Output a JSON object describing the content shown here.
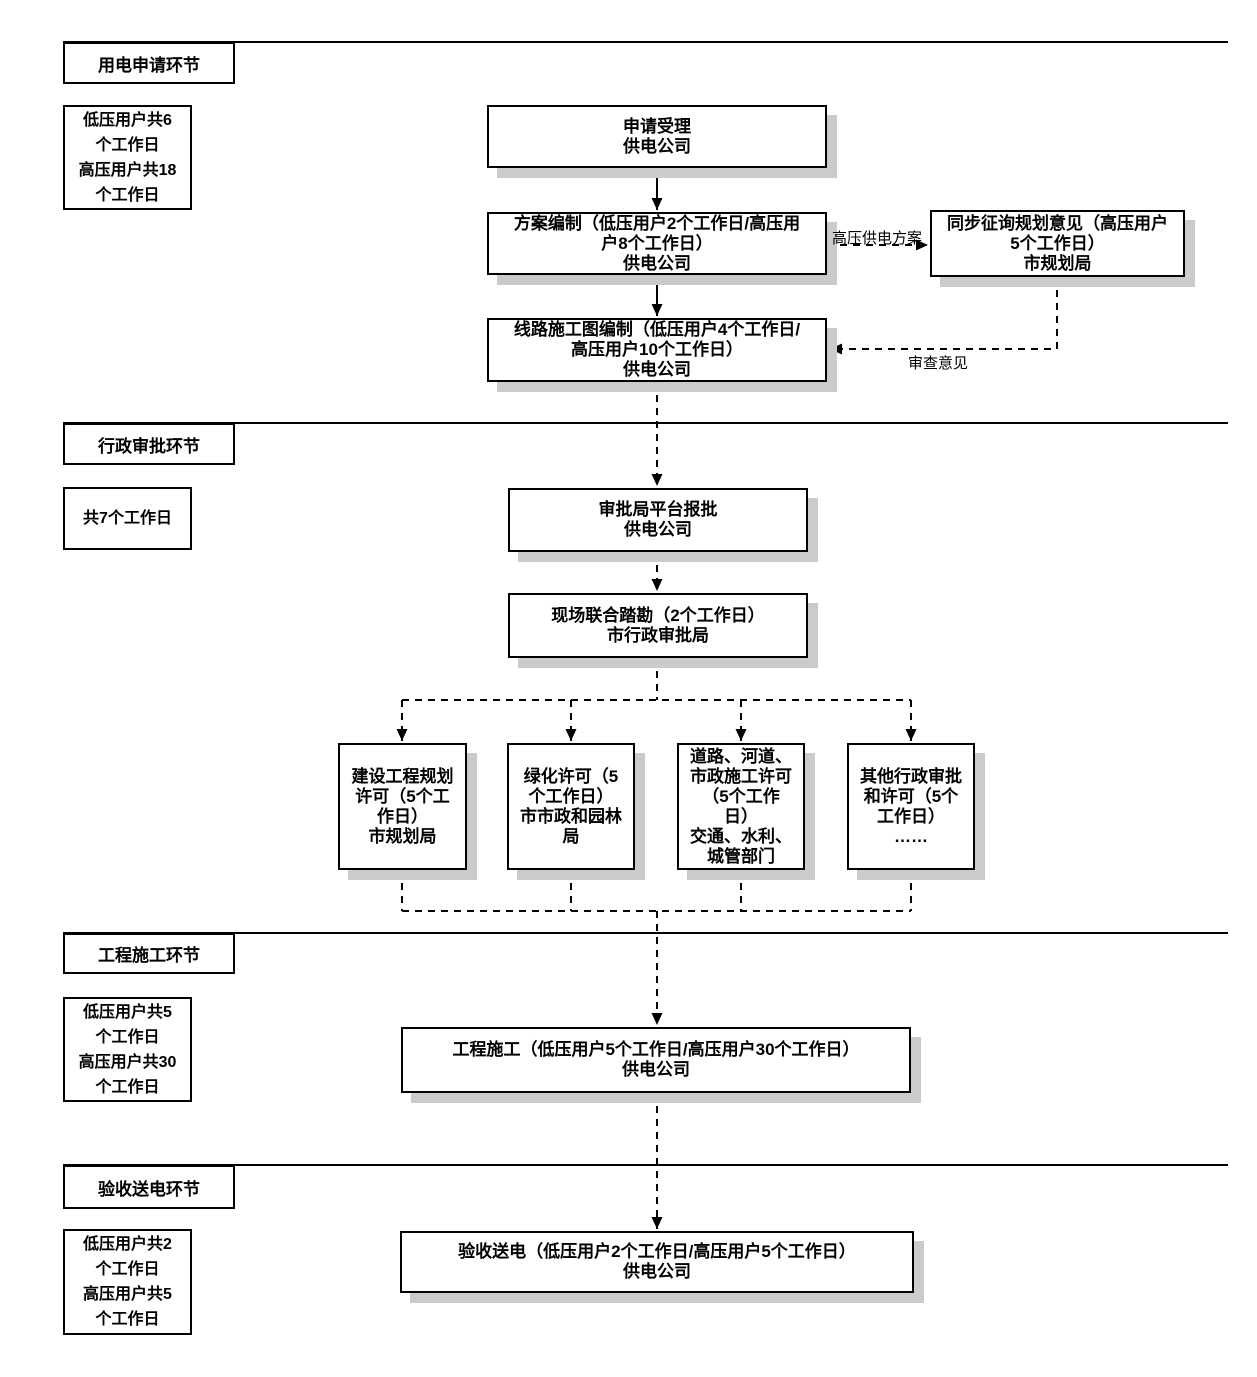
{
  "sections": [
    {
      "header": "用电申请环节",
      "note": "低压用户共6\n个工作日\n高压用户共18\n个工作日"
    },
    {
      "header": "行政审批环节",
      "note": "共7个工作日"
    },
    {
      "header": "工程施工环节",
      "note": "低压用户共5\n个工作日\n高压用户共30\n个工作日"
    },
    {
      "header": "验收送电环节",
      "note": "低压用户共2\n个工作日\n高压用户共5\n个工作日"
    }
  ],
  "nodes": {
    "apply": "申请受理\n供电公司",
    "plan": "方案编制（低压用户2个工作日/高压用\n户8个工作日）\n供电公司",
    "consult": "同步征询规划意见（高压用户\n5个工作日）\n市规划局",
    "drawing": "线路施工图编制（低压用户4个工作日/\n高压用户10个工作日）\n供电公司",
    "platform": "审批局平台报批\n供电公司",
    "survey": "现场联合踏勘（2个工作日）\n市行政审批局",
    "permit_planning": "建设工程规划\n许可（5个工\n作日）\n市规划局",
    "permit_greening": "绿化许可（5\n个工作日）\n市市政和园林\n局",
    "permit_road": "道路、河道、\n市政施工许可\n（5个工作\n日）\n交通、水利、\n城管部门",
    "permit_other": "其他行政审批\n和许可（5个\n工作日）\n……",
    "construction": "工程施工（低压用户5个工作日/高压用户30个工作日）\n供电公司",
    "acceptance": "验收送电（低压用户2个工作日/高压用户5个工作日）\n供电公司"
  },
  "edge_labels": {
    "hv_plan": "高压供电方案",
    "review": "审查意见"
  },
  "colors": {
    "line": "#000000",
    "box_border": "#000000",
    "box_background": "#ffffff",
    "shadow": "#cbcbcb",
    "text": "#000000"
  }
}
